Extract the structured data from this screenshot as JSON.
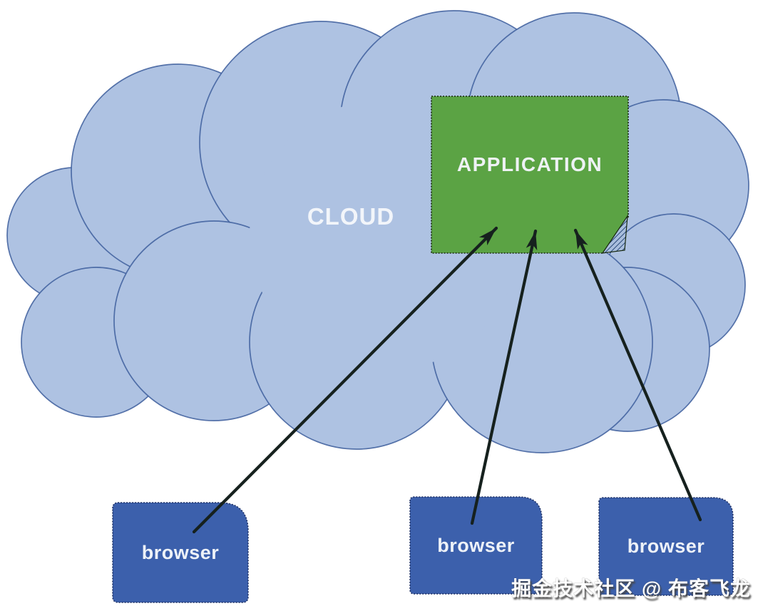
{
  "colors": {
    "background": "#ffffff",
    "cloud_fill": "#aec2e2",
    "cloud_stroke": "#41619e",
    "application_fill": "#5ba344",
    "application_border": "#18290f",
    "fold_hatch": "#2b4a7a",
    "browser_fill": "#3c60ac",
    "browser_border": "#1d2f63",
    "arrow": "#16211e",
    "label_text": "#ffffff"
  },
  "cloud": {
    "label": "CLOUD"
  },
  "application": {
    "label": "APPLICATION"
  },
  "browsers": [
    {
      "label": "browser"
    },
    {
      "label": "browser"
    },
    {
      "label": "browser"
    }
  ],
  "connections": [
    {
      "from": "browser-1",
      "to": "application"
    },
    {
      "from": "browser-2",
      "to": "application"
    },
    {
      "from": "browser-3",
      "to": "application"
    }
  ],
  "watermark": {
    "text": "掘金技术社区 @ 布客飞龙"
  }
}
